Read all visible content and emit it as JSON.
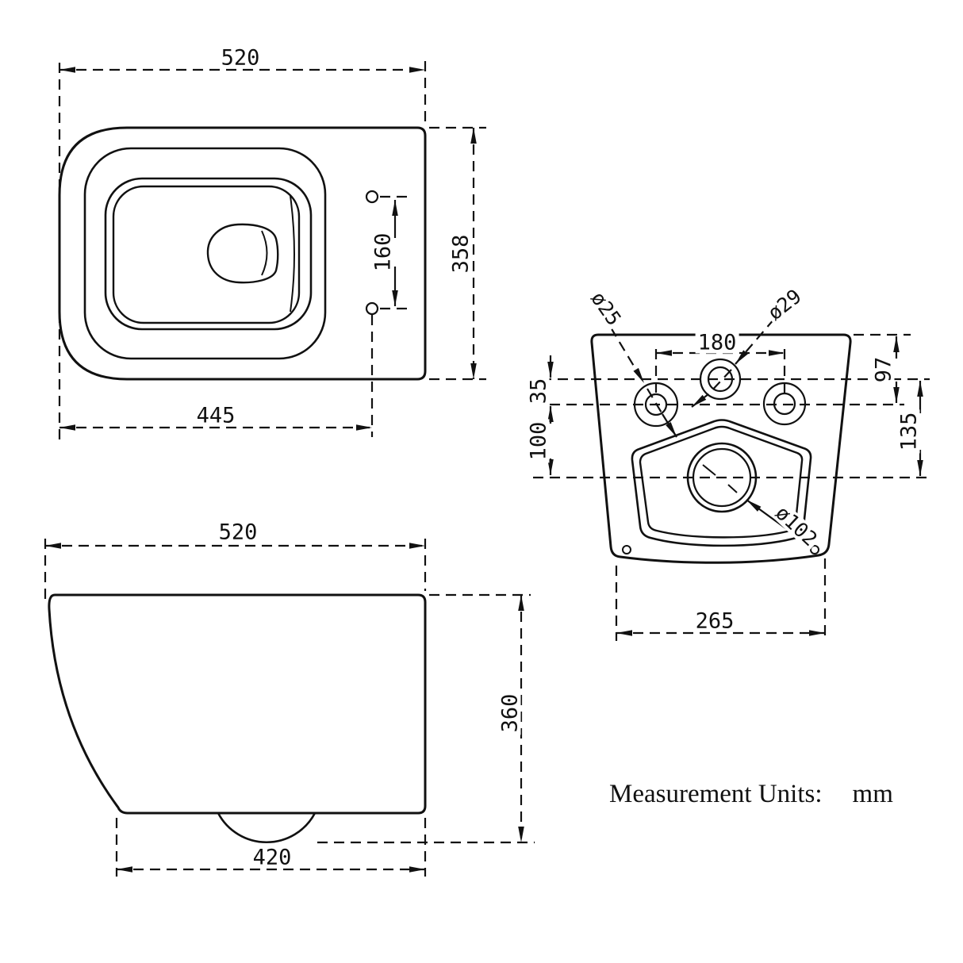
{
  "note": {
    "label": "Measurement Units:",
    "value": "mm"
  },
  "views": {
    "plan": {
      "width": "520",
      "depth": "358",
      "hinge_hole_spacing": "160",
      "mounting_line": "445"
    },
    "side": {
      "width": "520",
      "height": "360",
      "base_width": "420"
    },
    "rear": {
      "fixing_hole_spacing": "180",
      "top_to_fixing_holes": "97",
      "inlet_to_fixing_holes": "35",
      "fixing_holes_to_drain": "100",
      "inlet_to_drain": "135",
      "base_width": "265",
      "fixing_hole_diameter": "ø25",
      "inlet_hole_diameter": "ø29",
      "drain_diameter": "ø102"
    }
  }
}
